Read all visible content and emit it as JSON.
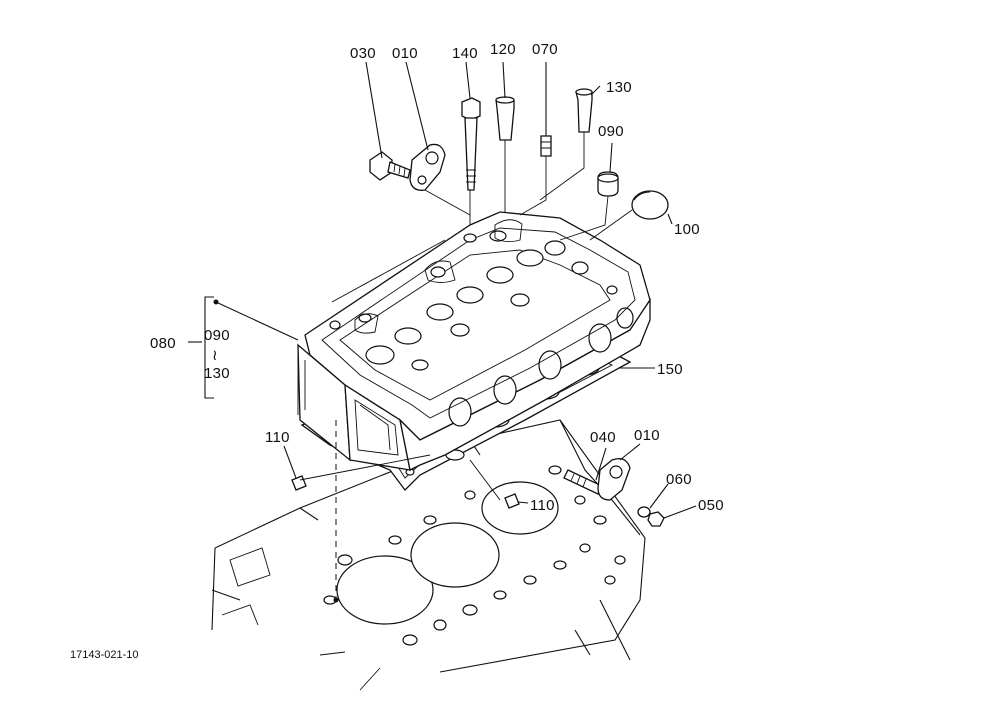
{
  "callouts": {
    "c030": "030",
    "c010_top": "010",
    "c140": "140",
    "c120": "120",
    "c070": "070",
    "c130": "130",
    "c090": "090",
    "c100": "100",
    "c080": "080",
    "c090_group": "090",
    "c_range": "≀",
    "c130_group": "130",
    "c150": "150",
    "c110_left": "110",
    "c110_right": "110",
    "c040": "040",
    "c010_right": "010",
    "c060": "060",
    "c050": "050"
  },
  "figure_code": "17143-021-10",
  "colors": {
    "ink": "#111111",
    "paper": "#ffffff"
  }
}
